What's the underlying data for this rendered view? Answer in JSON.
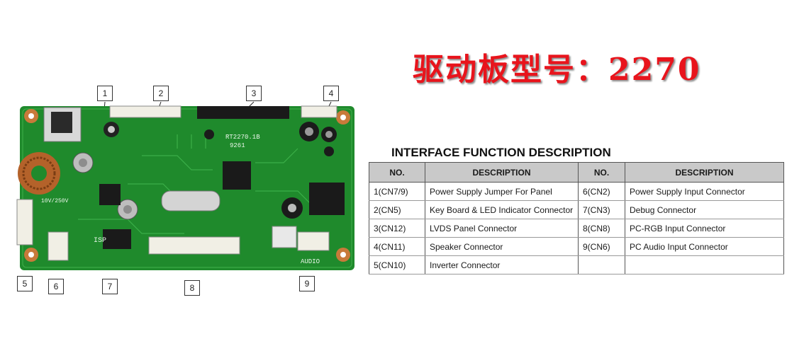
{
  "title": "驱动板型号：2270",
  "board": {
    "silkscreen": {
      "model": "RT2270.1B",
      "code": "9261",
      "cap_voltage": "10V/250V",
      "isp": "ISP",
      "audio": "AUDIO"
    },
    "callouts": [
      "1",
      "2",
      "3",
      "4",
      "5",
      "6",
      "7",
      "8",
      "9"
    ]
  },
  "table": {
    "heading": "INTERFACE FUNCTION DESCRIPTION",
    "columns": [
      "NO.",
      "DESCRIPTION",
      "NO.",
      "DESCRIPTION"
    ],
    "rows": [
      [
        "1(CN7/9)",
        "Power Supply Jumper For Panel",
        "6(CN2)",
        "Power Supply Input Connector"
      ],
      [
        "2(CN5)",
        "Key Board & LED Indicator Connector",
        "7(CN3)",
        "Debug Connector"
      ],
      [
        "3(CN12)",
        "LVDS Panel Connector",
        "8(CN8)",
        "PC-RGB Input Connector"
      ],
      [
        "4(CN11)",
        "Speaker Connector",
        "9(CN6)",
        "PC Audio Input Connector"
      ],
      [
        "5(CN10)",
        "Inverter Connector",
        "",
        ""
      ]
    ]
  },
  "colors": {
    "title": "#e8141c",
    "pcb": "#1f8a2c",
    "header_bg": "#c9c9c9"
  }
}
